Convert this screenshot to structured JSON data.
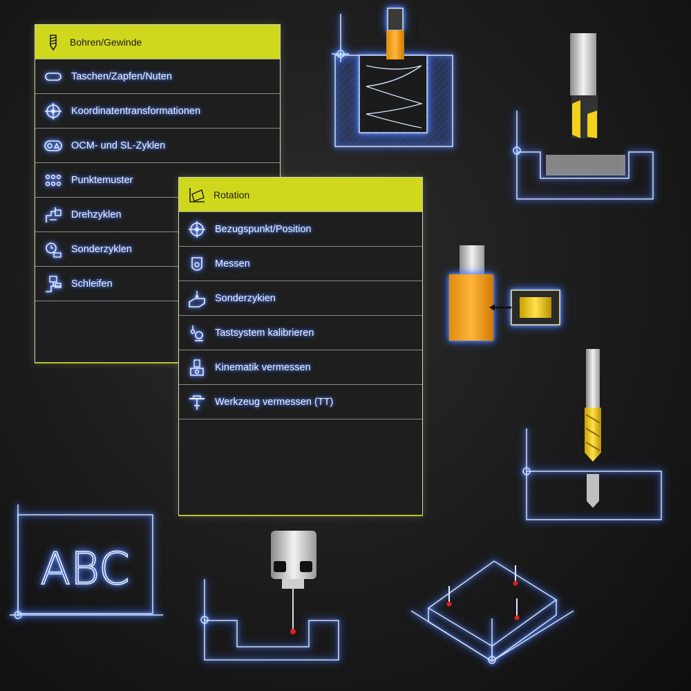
{
  "left_menu": {
    "header": {
      "label": "Bohren/Gewinde",
      "icon": "drill-thread-icon"
    },
    "items": [
      {
        "label": "Taschen/Zapfen/Nuten",
        "icon": "pocket-slot-icon"
      },
      {
        "label": "Koordinatentransformationen",
        "icon": "coordinate-transform-icon"
      },
      {
        "label": "OCM- und SL-Zyklen",
        "icon": "ocm-sl-icon"
      },
      {
        "label": "Punktemuster",
        "icon": "point-pattern-icon"
      },
      {
        "label": "Drehzyklen",
        "icon": "turning-icon"
      },
      {
        "label": "Sonderzyklen",
        "icon": "special-cycles-icon"
      },
      {
        "label": "Schleifen",
        "icon": "grinding-icon"
      }
    ]
  },
  "right_menu": {
    "header": {
      "label": "Rotation",
      "icon": "rotation-icon"
    },
    "items": [
      {
        "label": "Bezugspunkt/Position",
        "icon": "reference-point-icon"
      },
      {
        "label": "Messen",
        "icon": "measure-icon"
      },
      {
        "label": "Sonderzykien",
        "icon": "special-probe-icon"
      },
      {
        "label": "Tastsystem kalibrieren",
        "icon": "calibrate-probe-icon"
      },
      {
        "label": "Kinematik vermessen",
        "icon": "kinematics-icon"
      },
      {
        "label": "Werkzeug vermessen (TT)",
        "icon": "tool-measure-icon"
      }
    ]
  },
  "illustrations": {
    "engraving_text": "ABC"
  },
  "colors": {
    "accent": "#cfd81c",
    "glow": "#4a7bff",
    "tool_orange": "#f5a623",
    "tool_yellow": "#f2d21b"
  }
}
